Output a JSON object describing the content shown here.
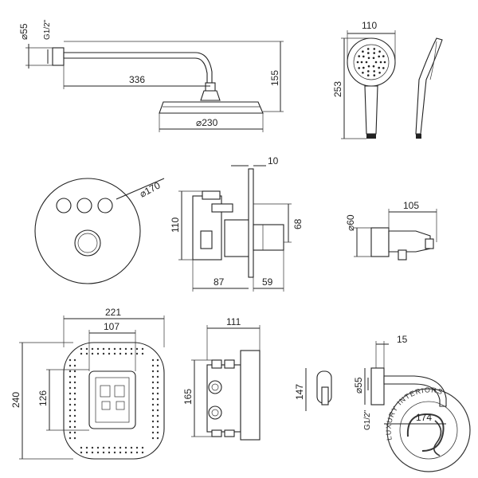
{
  "shower_arm": {
    "d_diameter": "⌀55",
    "d_thread": "G1/2\"",
    "d_length": "336",
    "d_height": "155",
    "d_head": "⌀230"
  },
  "hand_shower": {
    "d_width": "110",
    "d_length": "253"
  },
  "panel": {
    "d_diameter": "⌀170",
    "d_height": "110",
    "d_depth1": "87",
    "d_depth2": "59",
    "d_plate": "10",
    "d_knob": "68"
  },
  "holder": {
    "d_diameter": "⌀60",
    "d_length": "105"
  },
  "box_front": {
    "d_width": "221",
    "d_inner": "107",
    "d_height": "240",
    "d_inner_h": "126"
  },
  "box_side": {
    "d_depth": "111",
    "d_height": "165"
  },
  "spout": {
    "d_height": "147",
    "d_diameter": "⌀55",
    "d_thread": "G1/2\"",
    "d_offset": "15",
    "d_length": "174"
  },
  "watermark": {
    "text": "LUXURY INTERIORS"
  }
}
